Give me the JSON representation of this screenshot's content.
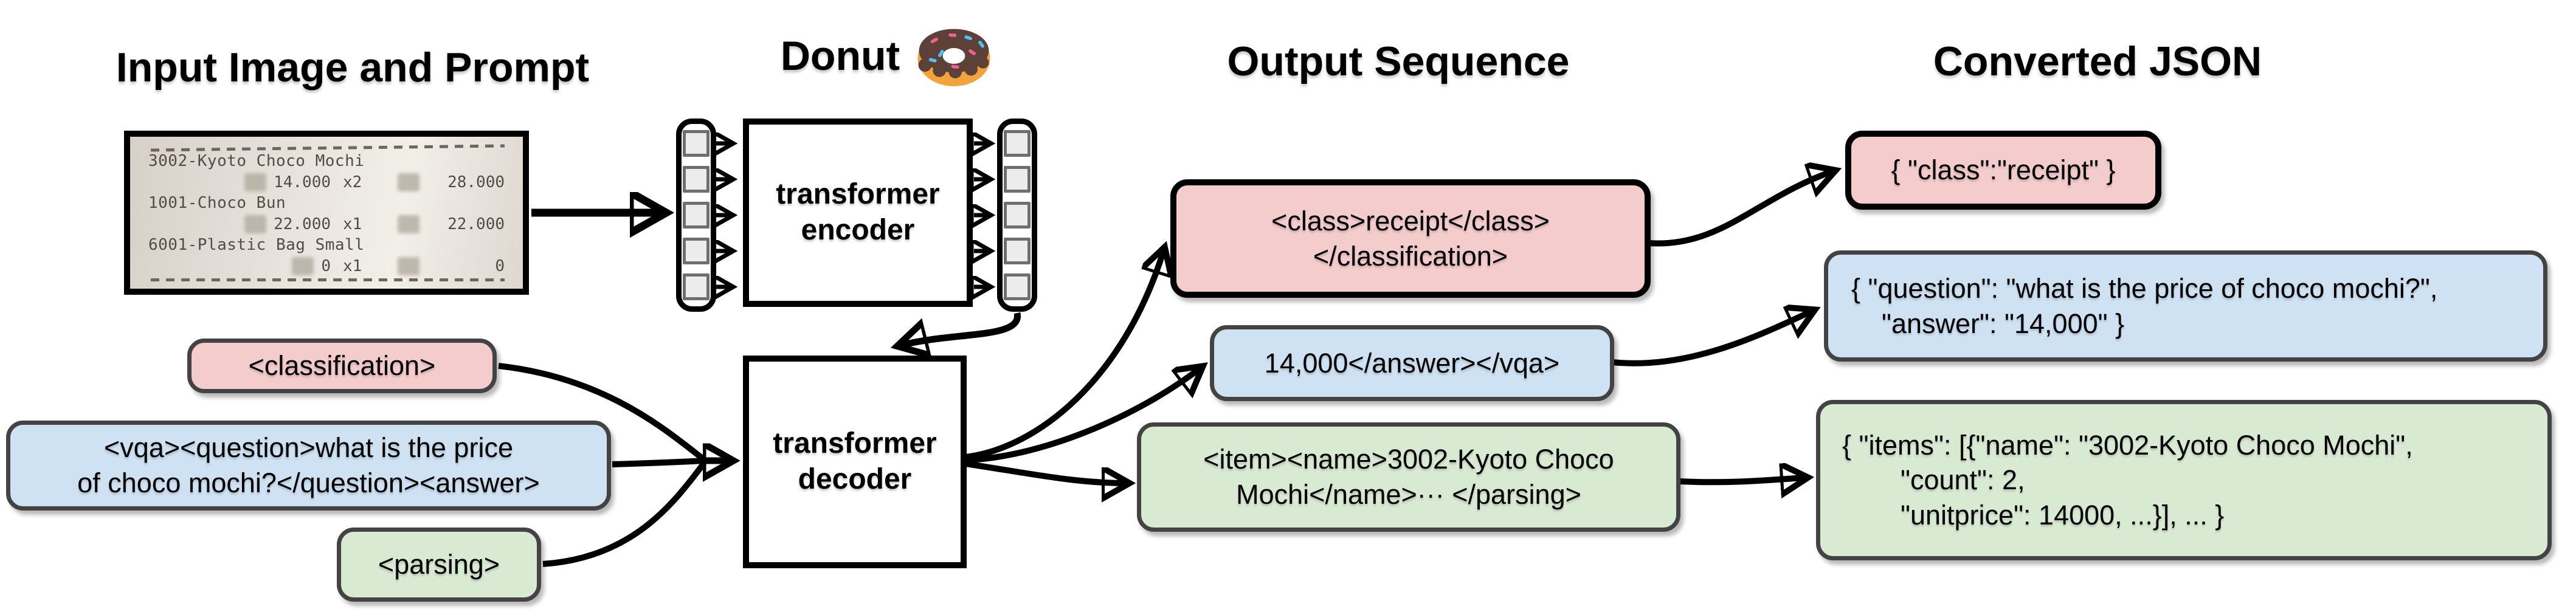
{
  "diagram": {
    "columns": [
      {
        "title": "Input Image and Prompt"
      },
      {
        "title": "Donut",
        "icon": "donut-emoji"
      },
      {
        "title": "Output Sequence"
      },
      {
        "title": "Converted JSON"
      }
    ]
  },
  "receipt": {
    "rows": [
      {
        "name": "3002-Kyoto Choco Mochi"
      },
      {
        "num": "14.000",
        "qty": "x2",
        "total": "28.000"
      },
      {
        "name": "1001-Choco Bun"
      },
      {
        "num": "22.000",
        "qty": "x1",
        "total": "22.000"
      },
      {
        "name": "6001-Plastic Bag Small"
      },
      {
        "num": "0",
        "qty": "x1",
        "total": "0"
      }
    ]
  },
  "model": {
    "encoder": {
      "line1": "transformer",
      "line2": "encoder"
    },
    "decoder": {
      "line1": "transformer",
      "line2": "decoder"
    }
  },
  "prompts": [
    {
      "id": "classification",
      "color": "pink",
      "lines": [
        "<classification>"
      ]
    },
    {
      "id": "vqa",
      "color": "blue",
      "lines": [
        "<vqa><question>what is the price",
        "of choco mochi?</question><answer>"
      ]
    },
    {
      "id": "parsing",
      "color": "green",
      "lines": [
        "<parsing>"
      ]
    }
  ],
  "outputs": [
    {
      "id": "classification",
      "color": "pink",
      "lines": [
        "<class>receipt</class>",
        "</classification>"
      ]
    },
    {
      "id": "vqa",
      "color": "blue",
      "lines": [
        "14,000</answer></vqa>"
      ]
    },
    {
      "id": "parsing",
      "color": "green",
      "lines": [
        "<item><name>3002-Kyoto Choco",
        "Mochi</name>··· </parsing>"
      ]
    }
  ],
  "json_outputs": [
    {
      "id": "classification",
      "color": "pink",
      "lines": [
        "{ \"class\":\"receipt\" }"
      ]
    },
    {
      "id": "vqa",
      "color": "blue",
      "lines": [
        "{ \"question\": \"what is the price of choco mochi?\",",
        "\"answer\": \"14,000\" }"
      ]
    },
    {
      "id": "parsing",
      "color": "green",
      "lines": [
        "{ \"items\": [{\"name\": \"3002-Kyoto Choco Mochi\",",
        "\"count\": 2,",
        "\"unitprice\": 14000, ...}], ... }"
      ]
    }
  ],
  "colors": {
    "pink": "#f4cccc",
    "blue": "#cfe2f3",
    "green": "#d9ead3",
    "box_border": "#434343",
    "black": "#000000",
    "donut_glaze": "#5d4037",
    "donut_dough": "#f2a33c"
  }
}
